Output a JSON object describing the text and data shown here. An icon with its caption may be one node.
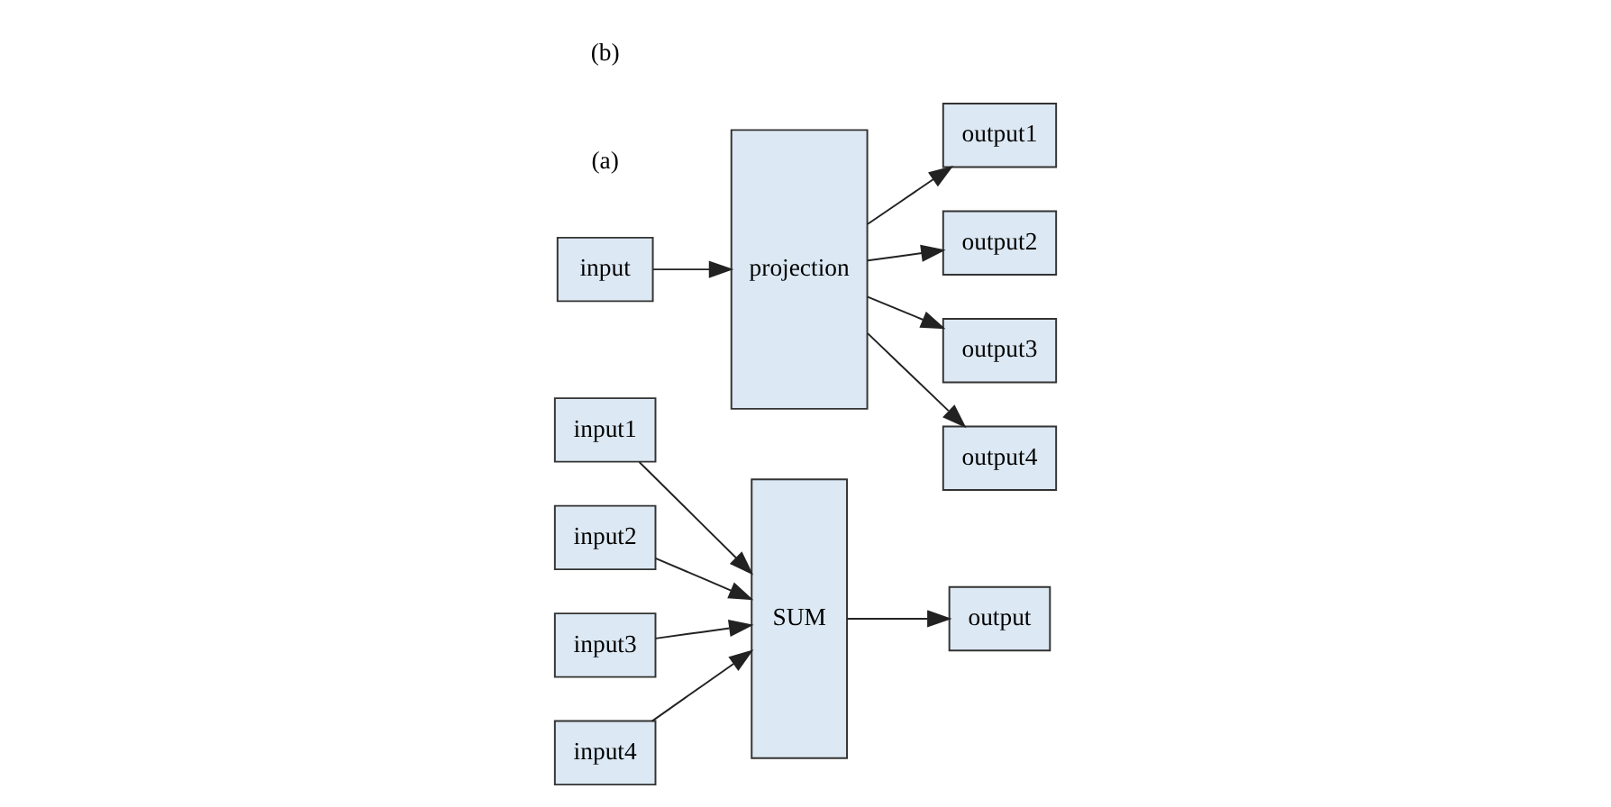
{
  "diagram": {
    "nodes": [
      {
        "text": [
          "input1"
        ]
      },
      {
        "text": [
          "input2"
        ]
      },
      {
        "text": [
          "input3"
        ]
      },
      {
        "text": [
          "input4"
        ]
      },
      {
        "text": [
          "SUM"
        ]
      },
      {
        "text": [
          "output"
        ]
      },
      {
        "text": [
          "input"
        ]
      },
      {
        "text": [
          "projection"
        ]
      },
      {
        "text": [
          "output1"
        ]
      },
      {
        "text": [
          "output2"
        ]
      },
      {
        "text": [
          "output3"
        ]
      },
      {
        "text": [
          "output4"
        ]
      }
    ],
    "edges": [
      {
        "from": 0,
        "to": 4,
        "arrow": "to"
      },
      {
        "from": 1,
        "to": 4,
        "arrow": "to"
      },
      {
        "from": 2,
        "to": 4,
        "arrow": "to"
      },
      {
        "from": 3,
        "to": 4,
        "arrow": "to"
      },
      {
        "from": 4,
        "to": 5,
        "arrow": "to"
      },
      {
        "from": 6,
        "to": 7,
        "arrow": "to"
      },
      {
        "from": 7,
        "to": 8,
        "arrow": "to"
      },
      {
        "from": 7,
        "to": 9,
        "arrow": "to"
      },
      {
        "from": 7,
        "to": 10,
        "arrow": "to"
      },
      {
        "from": 7,
        "to": 11,
        "arrow": "to"
      }
    ],
    "labels": [
      "(a)",
      "(b)"
    ]
  }
}
